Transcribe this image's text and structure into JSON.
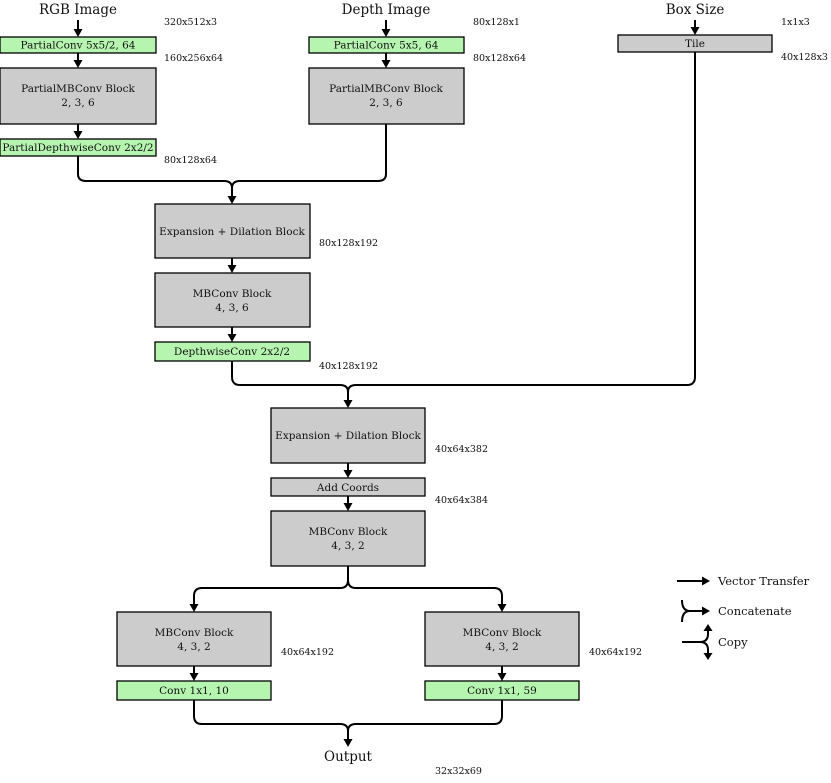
{
  "inputs": {
    "rgb": "RGB Image",
    "depth": "Depth Image",
    "box": "Box Size"
  },
  "blocks": {
    "rgb_pconv": "PartialConv 5x5/2, 64",
    "rgb_mbconv": [
      "PartialMBConv Block",
      "2, 3, 6"
    ],
    "rgb_dwconv": "PartialDepthwiseConv 2x2/2",
    "depth_pconv": "PartialConv 5x5, 64",
    "depth_mbconv": [
      "PartialMBConv Block",
      "2, 3, 6"
    ],
    "tile": "Tile",
    "exp1": "Expansion + Dilation Block",
    "mb1": [
      "MBConv Block",
      "4, 3, 6"
    ],
    "dw1": "DepthwiseConv 2x2/2",
    "exp2": "Expansion + Dilation Block",
    "coords": "Add Coords",
    "mb2": [
      "MBConv Block",
      "4, 3, 2"
    ],
    "mbL": [
      "MBConv Block",
      "4, 3, 2"
    ],
    "convL": "Conv 1x1, 10",
    "mbR": [
      "MBConv Block",
      "4, 3, 2"
    ],
    "convR": "Conv 1x1, 59"
  },
  "output": "Output",
  "dims": {
    "rgb_in": "320x512x3",
    "rgb_pconv": "160x256x64",
    "rgb_dw": "80x128x64",
    "depth_in": "80x128x1",
    "depth_pconv": "80x128x64",
    "box_in": "1x1x3",
    "tile": "40x128x3",
    "exp1": "80x128x192",
    "dw1": "40x128x192",
    "exp2": "40x64x382",
    "coords": "40x64x384",
    "mbL": "40x64x192",
    "mbR": "40x64x192",
    "out": "32x32x69"
  },
  "legend": {
    "vector": "Vector Transfer",
    "concat": "Concatenate",
    "copy": "Copy"
  }
}
